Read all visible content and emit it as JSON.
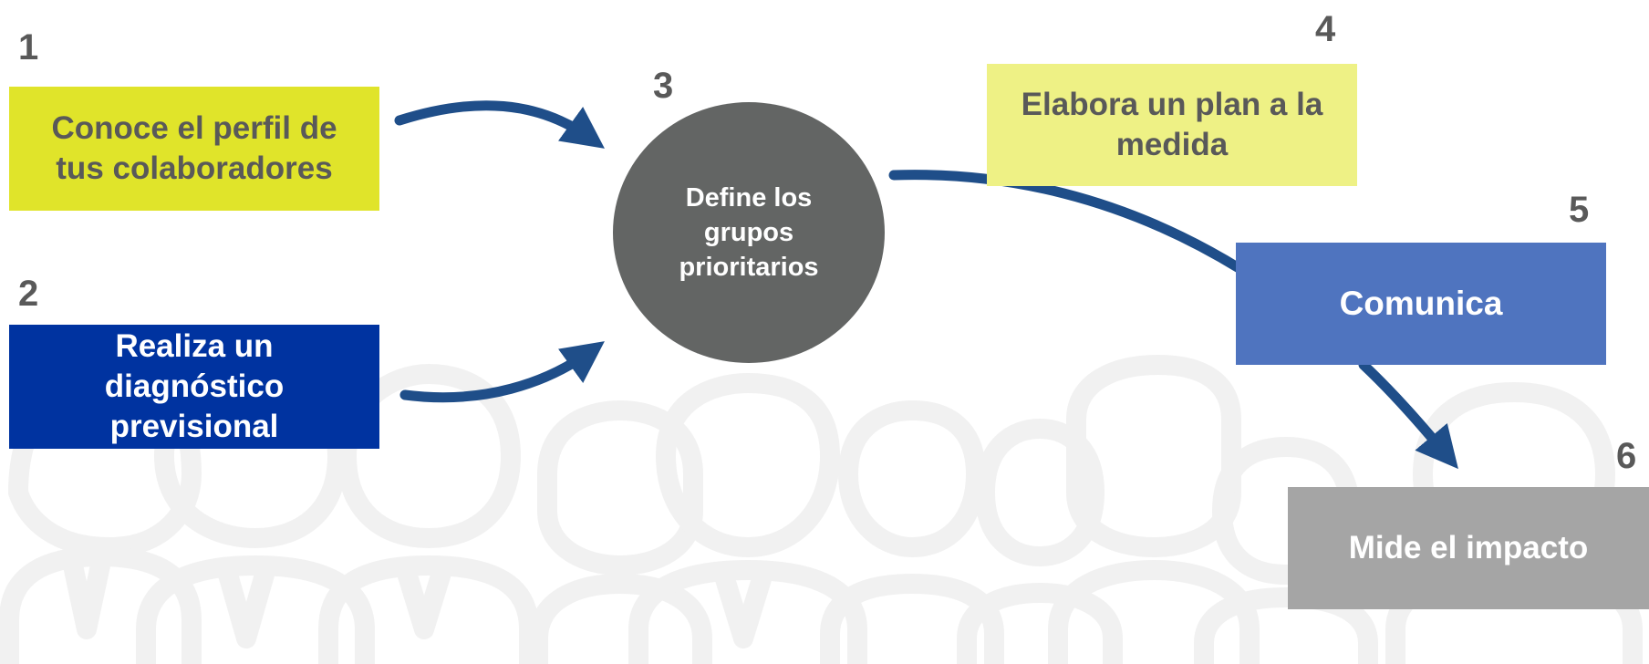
{
  "steps": [
    {
      "number": "1",
      "label": "Conoce el perfil de tus colaboradores",
      "color": "#e0e42a"
    },
    {
      "number": "2",
      "label": "Realiza un diagnóstico previsional",
      "color": "#0033a0"
    },
    {
      "number": "3",
      "label": "Define los grupos prioritarios",
      "color": "#636564"
    },
    {
      "number": "4",
      "label": "Elabora un plan a la medida",
      "color": "#eef185"
    },
    {
      "number": "5",
      "label": "Comunica",
      "color": "#4f74bf"
    },
    {
      "number": "6",
      "label": "Mide el impacto",
      "color": "#a5a5a5"
    }
  ],
  "colors": {
    "arrow": "#1f4e89",
    "number_text": "#595959",
    "background_figures": "#f1f1f1"
  },
  "icons": {
    "background": "people-silhouettes-icon"
  }
}
